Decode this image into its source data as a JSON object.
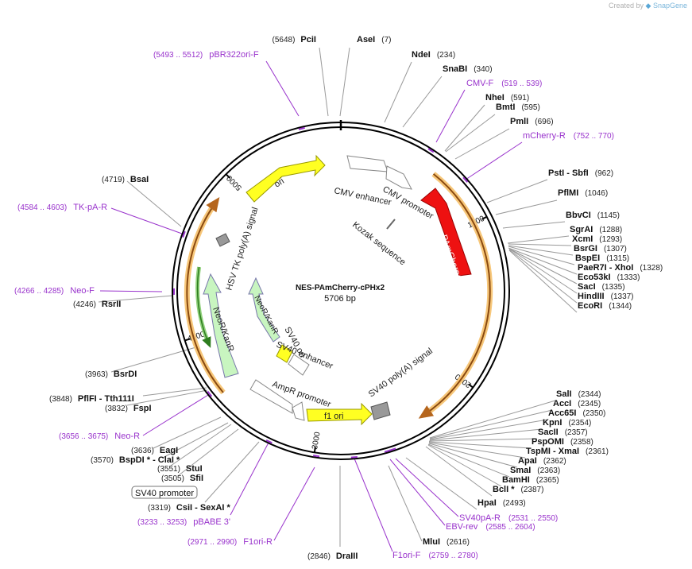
{
  "credit": {
    "prefix": "Created by",
    "brand": "SnapGene"
  },
  "plasmid": {
    "name": "NES-PAmCherry-cPHx2",
    "length": "5706 bp"
  },
  "ticks": [
    "1000",
    "2000",
    "3000",
    "4000",
    "5000"
  ],
  "features": {
    "pamcherry": "PAmCherry1",
    "cmv_enhancer": "CMV enhancer",
    "cmv_promoter": "CMV promoter",
    "kozak": "Kozak sequence",
    "ori": "ori",
    "hsv_tk": "HSV TK poly(A) signal",
    "neor_outer": "NeoR/KanR",
    "neor_inner": "NeoR/KanR",
    "sv40_ori": "SV40 ori",
    "sv40_enhancer": "SV40 enhancer",
    "ampr_promoter": "AmpR promoter",
    "f1_ori": "f1 ori",
    "sv40_polya": "SV40 poly(A) signal"
  },
  "sites": [
    {
      "id": "pci",
      "name": "PciI",
      "pos": "(5648)"
    },
    {
      "id": "ase",
      "name": "AseI",
      "pos": "(7)"
    },
    {
      "id": "nde",
      "name": "NdeI",
      "pos": "(234)"
    },
    {
      "id": "snab",
      "name": "SnaBI",
      "pos": "(340)"
    },
    {
      "id": "nhe",
      "name": "NheI",
      "pos": "(591)"
    },
    {
      "id": "bmt",
      "name": "BmtI",
      "pos": "(595)"
    },
    {
      "id": "pml",
      "name": "PmlI",
      "pos": "(696)"
    },
    {
      "id": "pst",
      "name": "PstI",
      "extra": "- SbfI",
      "pos": "(962)"
    },
    {
      "id": "pflm",
      "name": "PflMI",
      "pos": "(1046)"
    },
    {
      "id": "bbvc",
      "name": "BbvCI",
      "pos": "(1145)"
    },
    {
      "id": "sgra",
      "name": "SgrAI",
      "pos": "(1288)"
    },
    {
      "id": "xcm",
      "name": "XcmI",
      "pos": "(1293)"
    },
    {
      "id": "bsrg",
      "name": "BsrGI",
      "pos": "(1307)"
    },
    {
      "id": "bspe",
      "name": "BspEI",
      "pos": "(1315)"
    },
    {
      "id": "paer",
      "name": "PaeR7I",
      "extra": "- XhoI",
      "pos": "(1328)"
    },
    {
      "id": "eco53",
      "name": "Eco53kI",
      "pos": "(1333)"
    },
    {
      "id": "sac",
      "name": "SacI",
      "pos": "(1335)"
    },
    {
      "id": "hind",
      "name": "HindIII",
      "pos": "(1337)"
    },
    {
      "id": "ecori",
      "name": "EcoRI",
      "pos": "(1344)"
    },
    {
      "id": "sali",
      "name": "SalI",
      "pos": "(2344)"
    },
    {
      "id": "acci",
      "name": "AccI",
      "pos": "(2345)"
    },
    {
      "id": "acc65",
      "name": "Acc65I",
      "pos": "(2350)"
    },
    {
      "id": "kpni",
      "name": "KpnI",
      "pos": "(2354)"
    },
    {
      "id": "sacii",
      "name": "SacII",
      "pos": "(2357)"
    },
    {
      "id": "pspom",
      "name": "PspOMI",
      "pos": "(2358)"
    },
    {
      "id": "tspm",
      "name": "TspMI",
      "extra": "- XmaI",
      "pos": "(2361)"
    },
    {
      "id": "apai",
      "name": "ApaI",
      "pos": "(2362)"
    },
    {
      "id": "smai",
      "name": "SmaI",
      "pos": "(2363)"
    },
    {
      "id": "bamhi",
      "name": "BamHI",
      "pos": "(2365)"
    },
    {
      "id": "bcli",
      "name": "BclI *",
      "pos": "(2387)"
    },
    {
      "id": "hpai",
      "name": "HpaI",
      "pos": "(2493)"
    },
    {
      "id": "mlui",
      "name": "MluI",
      "pos": "(2616)"
    },
    {
      "id": "draiii",
      "name": "DraIII",
      "pos": "(2846)"
    },
    {
      "id": "csii",
      "name": "CsiI",
      "extra": "- SexAI *",
      "pos": "(3319)"
    },
    {
      "id": "sfii",
      "name": "SfiI",
      "pos": "(3505)"
    },
    {
      "id": "stui",
      "name": "StuI",
      "pos": "(3551)"
    },
    {
      "id": "bspdi",
      "name": "BspDI *",
      "extra": "- ClaI *",
      "pos": "(3570)"
    },
    {
      "id": "eagi",
      "name": "EagI",
      "pos": "(3636)"
    },
    {
      "id": "fspi",
      "name": "FspI",
      "pos": "(3832)"
    },
    {
      "id": "pflfi",
      "name": "PflFI",
      "extra": "- Tth111I",
      "pos": "(3848)"
    },
    {
      "id": "bsrdi",
      "name": "BsrDI",
      "pos": "(3963)"
    },
    {
      "id": "rsrii",
      "name": "RsrII",
      "pos": "(4246)"
    },
    {
      "id": "bsai",
      "name": "BsaI",
      "pos": "(4719)"
    }
  ],
  "primers": [
    {
      "id": "pbr322",
      "range": "(5493 .. 5512)",
      "name": "pBR322ori-F"
    },
    {
      "id": "cmvf",
      "name": "CMV-F",
      "range": "(519 .. 539)"
    },
    {
      "id": "mcherryr",
      "name": "mCherry-R",
      "range": "(752 .. 770)"
    },
    {
      "id": "tkpar",
      "range": "(4584 .. 4603)",
      "name": "TK-pA-R"
    },
    {
      "id": "neof",
      "range": "(4266 .. 4285)",
      "name": "Neo-F"
    },
    {
      "id": "neor",
      "range": "(3656 .. 3675)",
      "name": "Neo-R"
    },
    {
      "id": "pbabe",
      "range": "(3233 .. 3253)",
      "name": "pBABE 3'"
    },
    {
      "id": "f1orir",
      "range": "(2971 .. 2990)",
      "name": "F1ori-R"
    },
    {
      "id": "f1orif",
      "name": "F1ori-F",
      "range": "(2759 .. 2780)"
    },
    {
      "id": "ebvrev",
      "name": "EBV-rev",
      "range": "(2585 .. 2604)"
    },
    {
      "id": "sv40par",
      "name": "SV40pA-R",
      "range": "(2531 .. 2550)"
    }
  ],
  "boxed_feature": "SV40 promoter"
}
